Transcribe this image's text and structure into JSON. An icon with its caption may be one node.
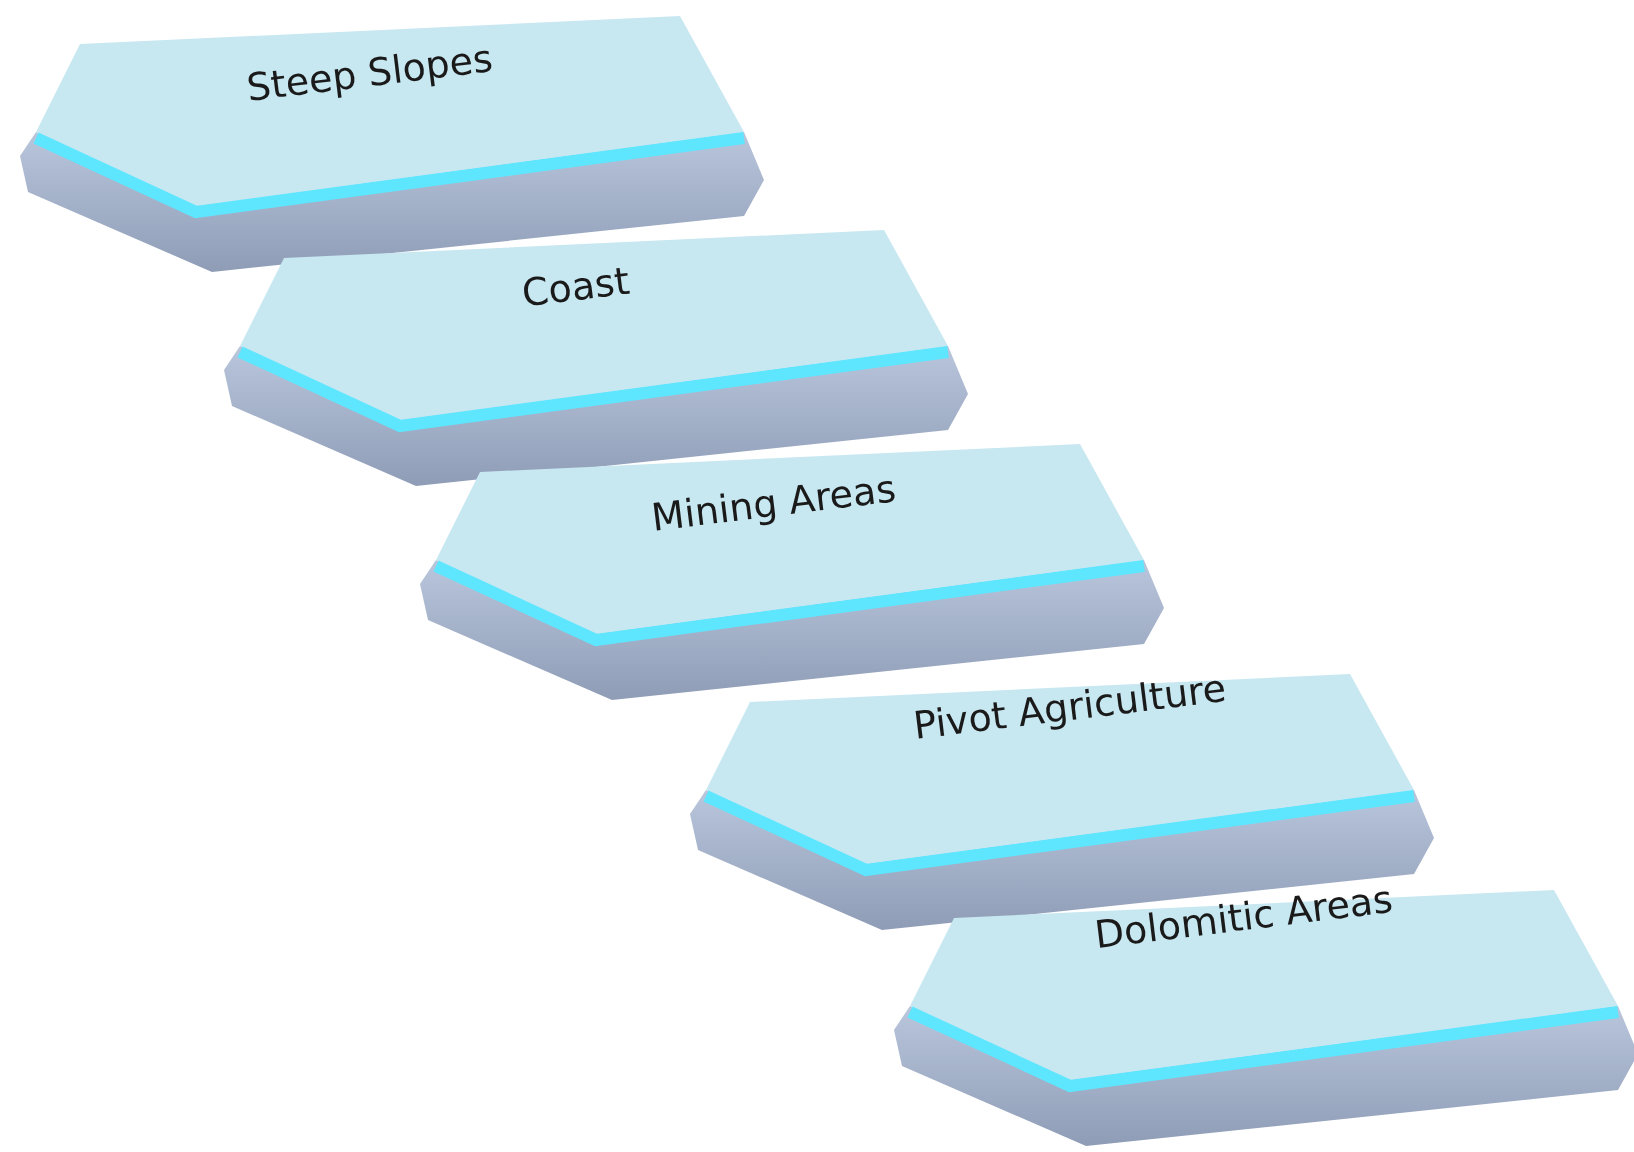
{
  "diagram": {
    "nodes": [
      {
        "text": [
          "Steep Slopes"
        ]
      },
      {
        "text": [
          "Coast"
        ]
      },
      {
        "text": [
          "Mining Areas"
        ]
      },
      {
        "text": [
          "Pivot Agriculture"
        ]
      },
      {
        "text": [
          "Dolomitic Areas"
        ]
      }
    ]
  }
}
